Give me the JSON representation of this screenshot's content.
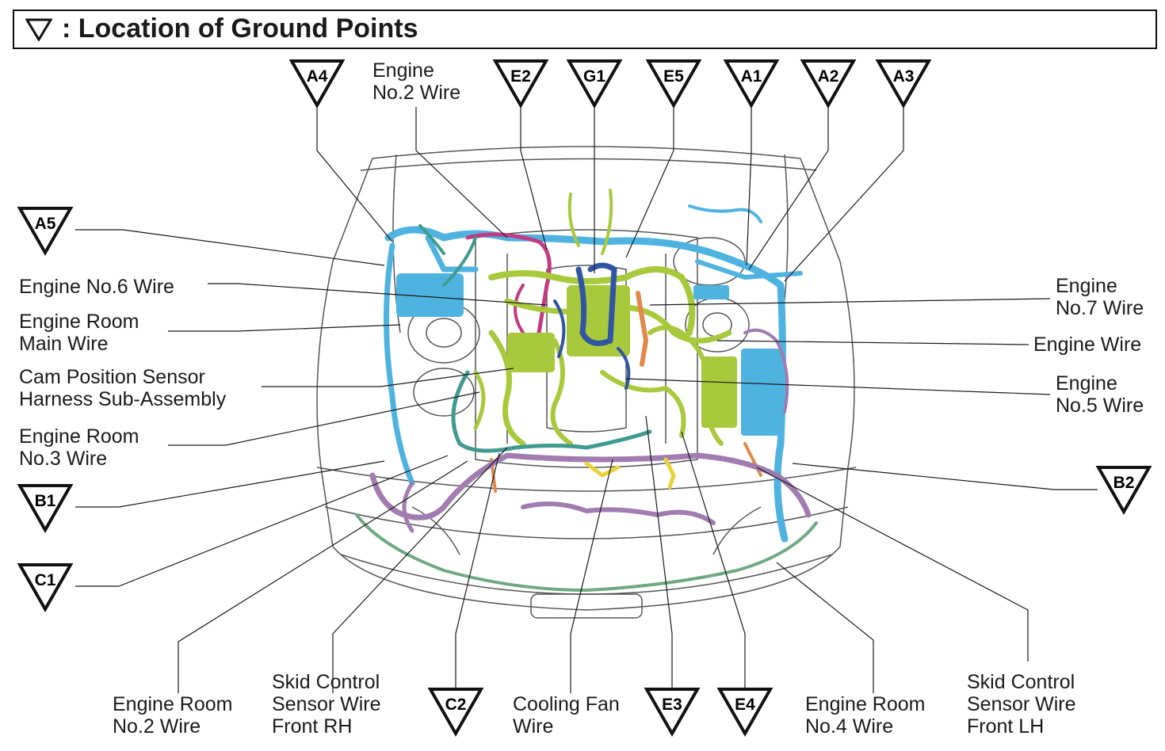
{
  "title": {
    "symbol_icon": "down-triangle-outline-icon",
    "text": ": Location of Ground Points"
  },
  "ground_points": [
    {
      "id": "A4"
    },
    {
      "id": "E2"
    },
    {
      "id": "G1"
    },
    {
      "id": "E5"
    },
    {
      "id": "A1"
    },
    {
      "id": "A2"
    },
    {
      "id": "A3"
    },
    {
      "id": "A5"
    },
    {
      "id": "B1"
    },
    {
      "id": "C1"
    },
    {
      "id": "B2"
    },
    {
      "id": "C2"
    },
    {
      "id": "E3"
    },
    {
      "id": "E4"
    }
  ],
  "wire_labels": [
    {
      "text": "Engine\nNo.2 Wire"
    },
    {
      "text": "Engine No.6 Wire"
    },
    {
      "text": "Engine Room\nMain Wire"
    },
    {
      "text": "Cam Position Sensor\nHarness Sub-Assembly"
    },
    {
      "text": "Engine Room\nNo.3 Wire"
    },
    {
      "text": "Engine\nNo.7 Wire"
    },
    {
      "text": "Engine Wire"
    },
    {
      "text": "Engine\nNo.5 Wire"
    },
    {
      "text": "Engine Room\nNo.2 Wire"
    },
    {
      "text": "Skid Control\nSensor Wire\nFront RH"
    },
    {
      "text": "Cooling Fan\nWire"
    },
    {
      "text": "Engine Room\nNo.4 Wire"
    },
    {
      "text": "Skid Control\nSensor Wire\nFront LH"
    }
  ],
  "colors": {
    "ink": "#1a1a1a",
    "wire_green": "#a9c93c",
    "wire_blue": "#4fb3e0",
    "wire_purple": "#a07cb0",
    "wire_teal": "#3f9a90",
    "wire_magenta": "#c23a82",
    "wire_navy": "#2f55a4",
    "wire_orange": "#e0894a",
    "wire_yellow": "#e8d23a",
    "wire_pale_green": "#6fa882"
  }
}
